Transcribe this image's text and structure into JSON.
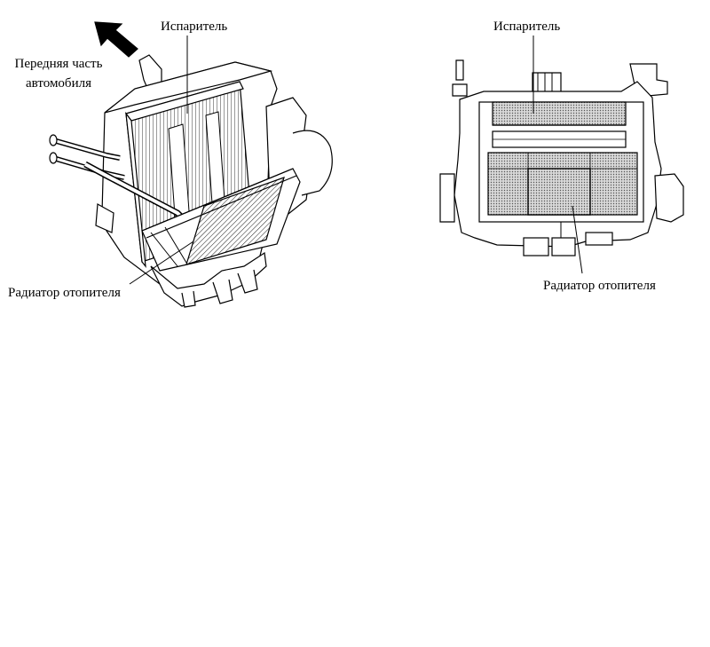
{
  "left_view": {
    "evaporator_label": "Испаритель",
    "front_label": "Передняя часть автомобиля",
    "heater_label": "Радиатор отопителя"
  },
  "right_view": {
    "evaporator_label": "Испаритель",
    "heater_label": "Радиатор отопителя"
  },
  "colors": {
    "line": "#000000",
    "background": "#ffffff",
    "core_shading": "#9a9a9a"
  }
}
